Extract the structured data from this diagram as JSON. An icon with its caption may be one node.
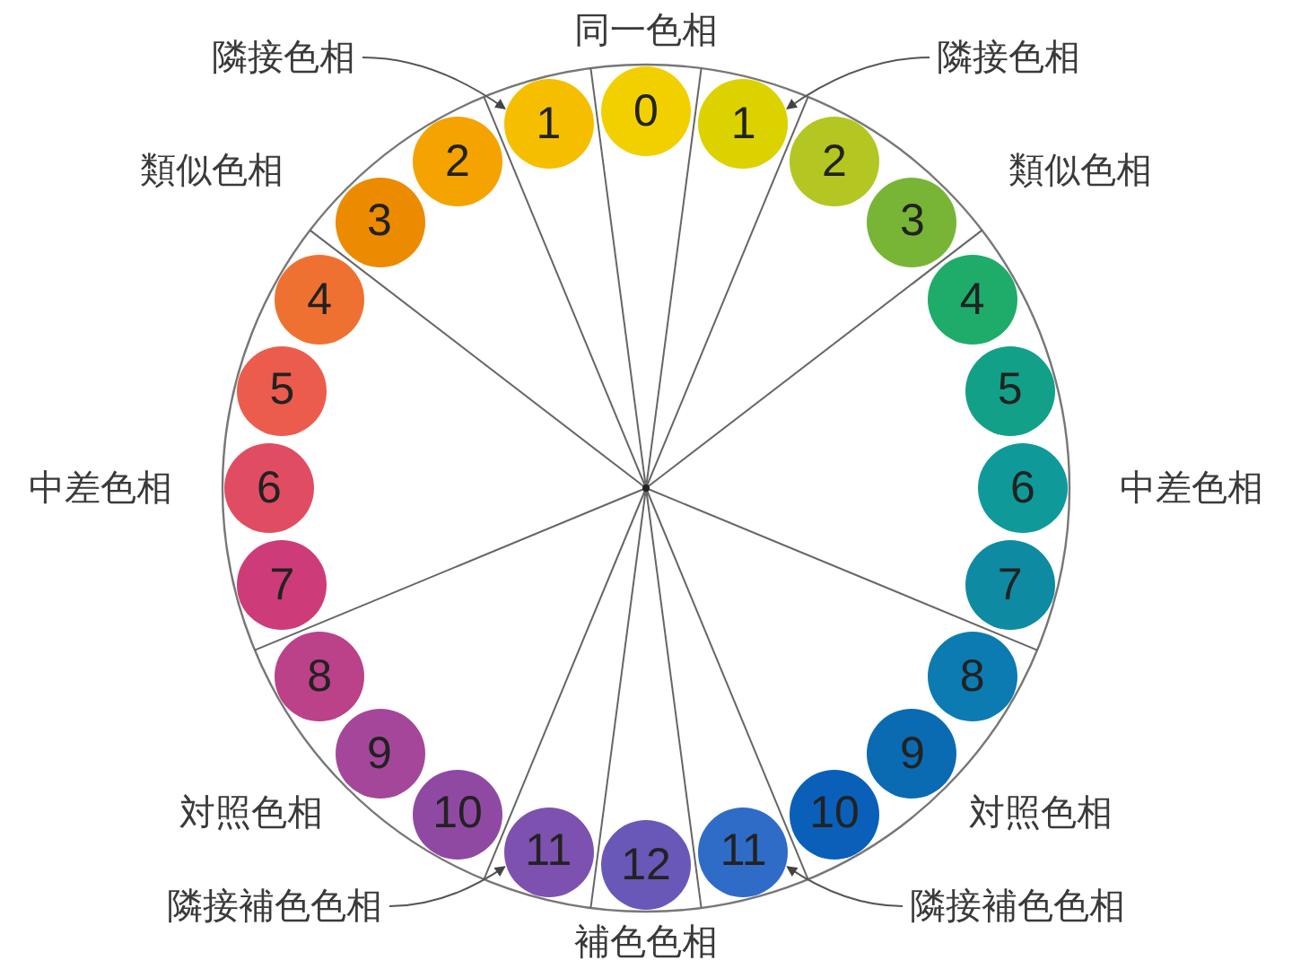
{
  "diagram": {
    "nodes": [
      {
        "text": [
          "隣接色相"
        ]
      },
      {
        "text": [
          "隣接色相"
        ]
      },
      {
        "text": [
          "0"
        ]
      },
      {
        "text": [
          "1"
        ]
      },
      {
        "text": [
          "1"
        ]
      },
      {
        "text": [
          "2"
        ]
      },
      {
        "text": [
          "2"
        ]
      },
      {
        "text": [
          "3"
        ]
      },
      {
        "text": [
          "3"
        ]
      },
      {
        "text": [
          "4"
        ]
      },
      {
        "text": [
          "4"
        ]
      },
      {
        "text": [
          "5"
        ]
      },
      {
        "text": [
          "5"
        ]
      },
      {
        "text": [
          "6"
        ]
      },
      {
        "text": [
          "6"
        ]
      },
      {
        "text": [
          "7"
        ]
      },
      {
        "text": [
          "7"
        ]
      },
      {
        "text": [
          "8"
        ]
      },
      {
        "text": [
          "8"
        ]
      },
      {
        "text": [
          "9"
        ]
      },
      {
        "text": [
          "9"
        ]
      },
      {
        "text": [
          "10"
        ]
      },
      {
        "text": [
          "10"
        ]
      },
      {
        "text": [
          "11"
        ]
      },
      {
        "text": [
          "11"
        ]
      },
      {
        "text": [
          "12"
        ]
      },
      {
        "text": [
          "隣接補色色相"
        ]
      },
      {
        "text": [
          "隣接補色色相"
        ]
      }
    ],
    "edges": [
      {
        "from": 0,
        "to": 3,
        "arrow": "to"
      },
      {
        "from": 1,
        "to": 4,
        "arrow": "to"
      },
      {
        "from": 26,
        "to": 23,
        "arrow": "to"
      },
      {
        "from": 27,
        "to": 24,
        "arrow": "to"
      }
    ],
    "labels": [
      "同一色相",
      "類似色相",
      "類似色相",
      "中差色相",
      "中差色相",
      "対照色相",
      "対照色相",
      "補色色相"
    ]
  }
}
